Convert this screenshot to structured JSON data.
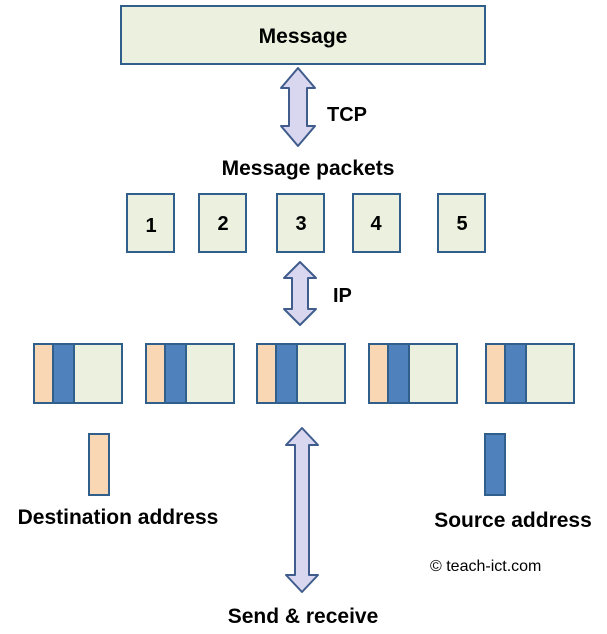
{
  "message_label": "Message",
  "tcp_label": "TCP",
  "packets_title": "Message packets",
  "packet_numbers": [
    "1",
    "2",
    "3",
    "4",
    "5"
  ],
  "ip_label": "IP",
  "destination_label": "Destination address",
  "source_label": "Source address",
  "send_receive_label": "Send & receive",
  "copyright": "© teach-ict.com",
  "colors": {
    "box_fill": "#ebf1de",
    "box_stroke": "#2f5f8a",
    "destination": "#fad7b4",
    "source": "#4f81bd",
    "arrow_fill": "#d9d7ef",
    "arrow_stroke": "#3f5c8c"
  }
}
